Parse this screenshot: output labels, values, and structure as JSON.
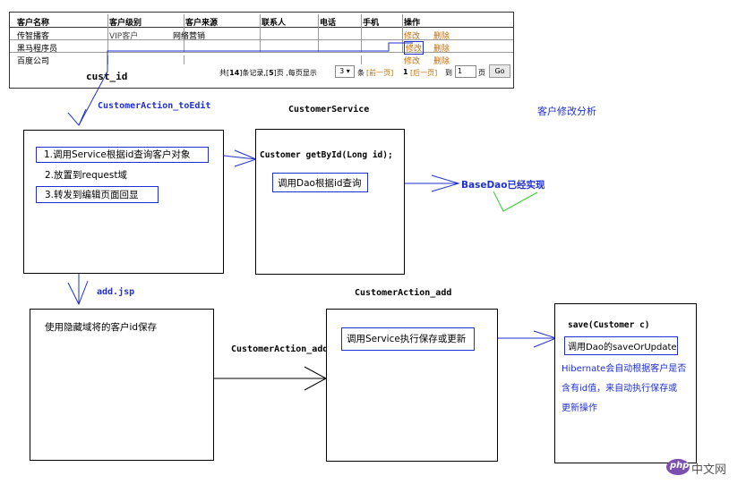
{
  "table": {
    "headers": [
      "客户名称",
      "客户级别",
      "客户来源",
      "联系人",
      "电话",
      "手机",
      "操作"
    ],
    "rows": [
      {
        "name": "传智播客",
        "level": "VIP客户",
        "source": "网络营销",
        "edit": "修改",
        "del": "删除"
      },
      {
        "name": "黑马程序员",
        "level": "",
        "source": "",
        "edit": "修改",
        "del": "删除"
      },
      {
        "name": "百度公司",
        "level": "",
        "source": "",
        "edit": "修改",
        "del": "删除"
      }
    ],
    "pager": {
      "total_prefix": "共[",
      "total": "14",
      "total_suffix": "]条记录,[",
      "pages": "5",
      "pages_suffix": "]页 ,每页显示",
      "page_size": "3",
      "unit": "条",
      "prev": "[前一页]",
      "current": "1",
      "next": "[后一页]",
      "goto_label": "到",
      "goto_value": "1",
      "page_unit": "页",
      "go": "Go"
    }
  },
  "labels": {
    "cust_id": "cust_id",
    "action_to_edit": "CustomerAction_toEdit",
    "service_title": "CustomerService",
    "analysis_title": "客户修改分析",
    "step1": "1.调用Service根据id查询客户对象",
    "step2": "2.放置到request域",
    "step3": "3.转发到编辑页面回显",
    "get_by_id": "Customer getById(Long id);",
    "call_dao": "调用Dao根据id查询",
    "basedao": "BaseDao已经实现",
    "add_jsp": "add.jsp",
    "action_add_title": "CustomerAction_add",
    "hidden_field": "使用隐藏域将的客户id保存",
    "action_add_arrow": "CustomerAction_add",
    "call_service_save": "调用Service执行保存或更新",
    "save_sig": "save(Customer c)",
    "call_dao_save": "调用Dao的saveOrUpdate",
    "hibernate_note_1": "Hibernate会自动根据客户是否",
    "hibernate_note_2": "含有id值，来自动执行保存或",
    "hibernate_note_3": "更新操作",
    "watermark": "中文网",
    "watermark_logo": "php"
  },
  "colors": {
    "blue": "#1f2fd0",
    "check_green": "#33cc33",
    "link_orange": "#c66a00",
    "logo_purple": "#7a4fb0"
  }
}
